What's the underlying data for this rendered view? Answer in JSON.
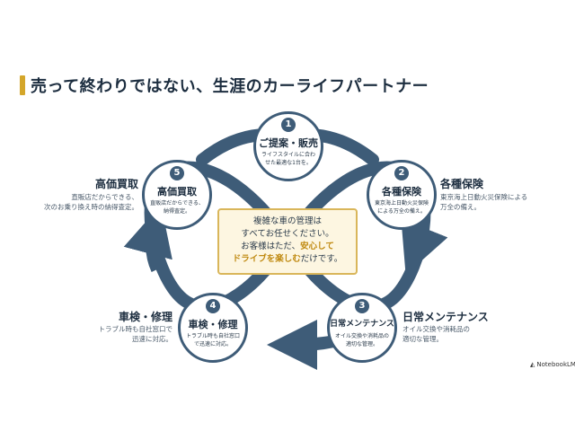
{
  "title": "売って終わりではない、生涯のカーライフパートナー",
  "colors": {
    "loop": "#3e5c78",
    "accent": "#d4a62a",
    "center_bg": "#fdf6e1",
    "center_border": "#d9b65a",
    "highlight": "#c08a12"
  },
  "steps": [
    {
      "num": "1",
      "title": "ご提案・販売",
      "desc": "ライフスタイルに合わせた最適な1台を。"
    },
    {
      "num": "2",
      "title": "各種保険",
      "desc": "東京海上日動火災保険による万全の備え。"
    },
    {
      "num": "3",
      "title": "日常メンテナンス",
      "desc": "オイル交換や消耗品の適切な管理。"
    },
    {
      "num": "4",
      "title": "車検・修理",
      "desc": "トラブル時も自社窓口で迅速に対応。"
    },
    {
      "num": "5",
      "title": "高価買取",
      "desc": "直販店だからできる、納得査定。"
    }
  ],
  "center": {
    "line1": "複雑な車の管理は",
    "line2": "すべてお任せください。",
    "line3_pre": "お客様はただ、",
    "line3_hl": "安心して",
    "line4_hl": "ドライブを楽しむ",
    "line4_post": "だけです。"
  },
  "side": {
    "insurance": {
      "title": "各種保険",
      "line1": "東京海上日動火災保険による",
      "line2": "万全の備え。"
    },
    "maintenance": {
      "title": "日常メンテナンス",
      "line1": "オイル交換や消耗品の",
      "line2": "適切な管理。"
    },
    "buyback": {
      "title": "高価買取",
      "line1": "直販店だからできる、",
      "line2": "次のお乗り換え時の納得査定。"
    },
    "repair": {
      "title": "車検・修理",
      "line1": "トラブル時も自社窓口で",
      "line2": "迅速に対応。"
    }
  },
  "logo": {
    "icon": "notebooklm-logo-icon",
    "text": "NotebookLM"
  }
}
